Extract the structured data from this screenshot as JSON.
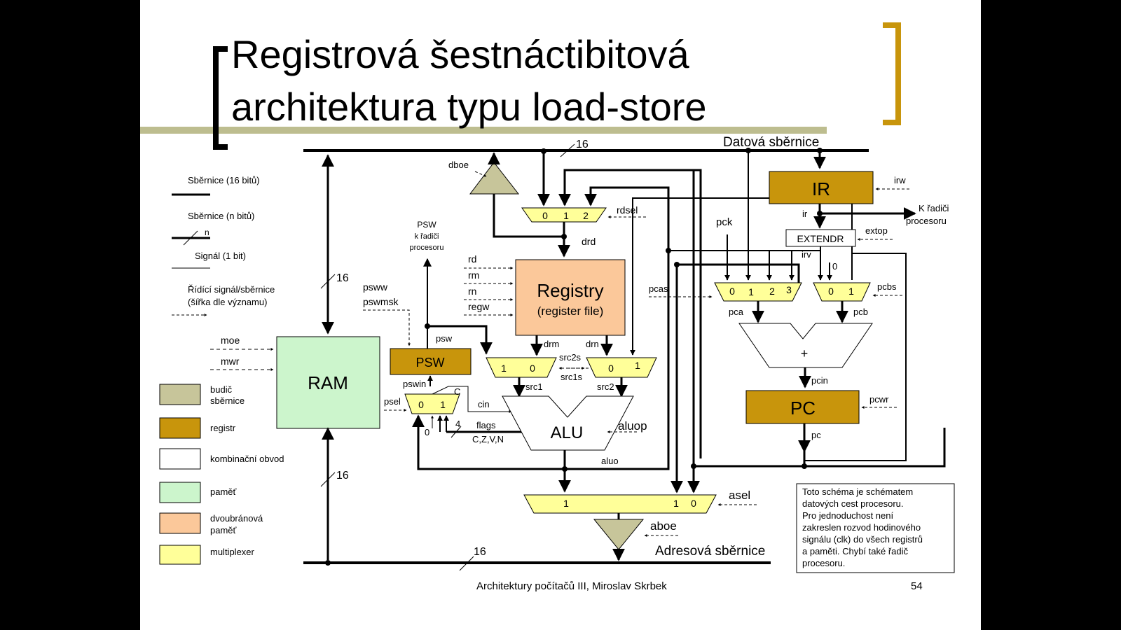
{
  "slide": {
    "title_line1": "Registrová šestnáctibitová",
    "title_line2": "architektura typu load-store",
    "footer": "Architektury počítačů III, Miroslav Skrbek",
    "page_number": "54"
  },
  "colors": {
    "bracket_right": "#C8950C",
    "title_rule": "#BDBD8F",
    "driver": "#C7C59A",
    "register": "#C8950C",
    "memory": "#CCF5CC",
    "dual_port": "#FBC89A",
    "mux": "#FFFF99"
  },
  "legend": {
    "bus16": "Sběrnice (16 bitů)",
    "busn": "Sběrnice (n bitů)",
    "busn_n": "n",
    "signal": "Signál (1 bit)",
    "ctrl1": "Řídící signál/sběrnice",
    "ctrl2": "(šířka dle významu)",
    "driver1": "budič",
    "driver2": "sběrnice",
    "register": "registr",
    "comb": "kombinační obvod",
    "memory": "paměť",
    "dual1": "dvoubránová",
    "dual2": " paměť",
    "mux": "multiplexer"
  },
  "diagram": {
    "data_bus": "Datová sběrnice",
    "address_bus": "Adresová sběrnice",
    "w16": "16",
    "ram": "RAM",
    "moe": "moe",
    "mwr": "mwr",
    "registry": "Registry",
    "register_file": "(register file)",
    "ir": "IR",
    "pc": "PC",
    "psw": "PSW",
    "alu": "ALU",
    "extendr": "EXTENDR",
    "plus": "+",
    "dboe": "dboe",
    "rdsel": "rdsel",
    "drd": "drd",
    "drm": "drm",
    "drn": "drn",
    "src1": "src1",
    "src2": "src2",
    "src2s": "src2s",
    "src1s": "src1s",
    "rd": "rd",
    "rm": "rm",
    "rn": "rn",
    "regw": "regw",
    "psw_ctrl1": "PSW",
    "psw_ctrl2": "k řadiči",
    "psw_ctrl3": "procesoru",
    "psww": "psww",
    "pswmsk": "pswmsk",
    "psw_out": "psw",
    "pswin": "pswin",
    "psel": "psel",
    "c_flag": "C",
    "cin": "cin",
    "flags": "flags",
    "flags_list": "C,Z,V,N",
    "four": "4",
    "zero": "0",
    "aluop": "aluop",
    "aluo": "aluo",
    "irw": "irw",
    "ir_sig": "ir",
    "k_radici1": "K řadiči",
    "k_radici2": "procesoru",
    "extop": "extop",
    "irv": "irv",
    "pck": "pck",
    "pcas": "pcas",
    "pcbs": "pcbs",
    "pca": "pca",
    "pcb": "pcb",
    "pcin": "pcin",
    "pcwr": "pcwr",
    "pc_sig": "pc",
    "asel": "asel",
    "aboe": "aboe",
    "mux_rdsel": [
      "0",
      "1",
      "2"
    ],
    "mux_pca": [
      "0",
      "1",
      "2",
      "3"
    ],
    "mux_pcb": [
      "0",
      "1"
    ],
    "mux_src1": [
      "1",
      "0"
    ],
    "mux_src2": [
      "0",
      "1"
    ],
    "mux_psel": [
      "0",
      "1"
    ],
    "mux_asel": [
      "1",
      "1",
      "0"
    ]
  },
  "note": [
    "Toto schéma je schématem",
    "datových cest procesoru.",
    "Pro jednoduchost není",
    "zakreslen rozvod hodinového",
    "signálu (clk) do všech registrů",
    " a paměti. Chybí také řadič",
    "procesoru."
  ]
}
